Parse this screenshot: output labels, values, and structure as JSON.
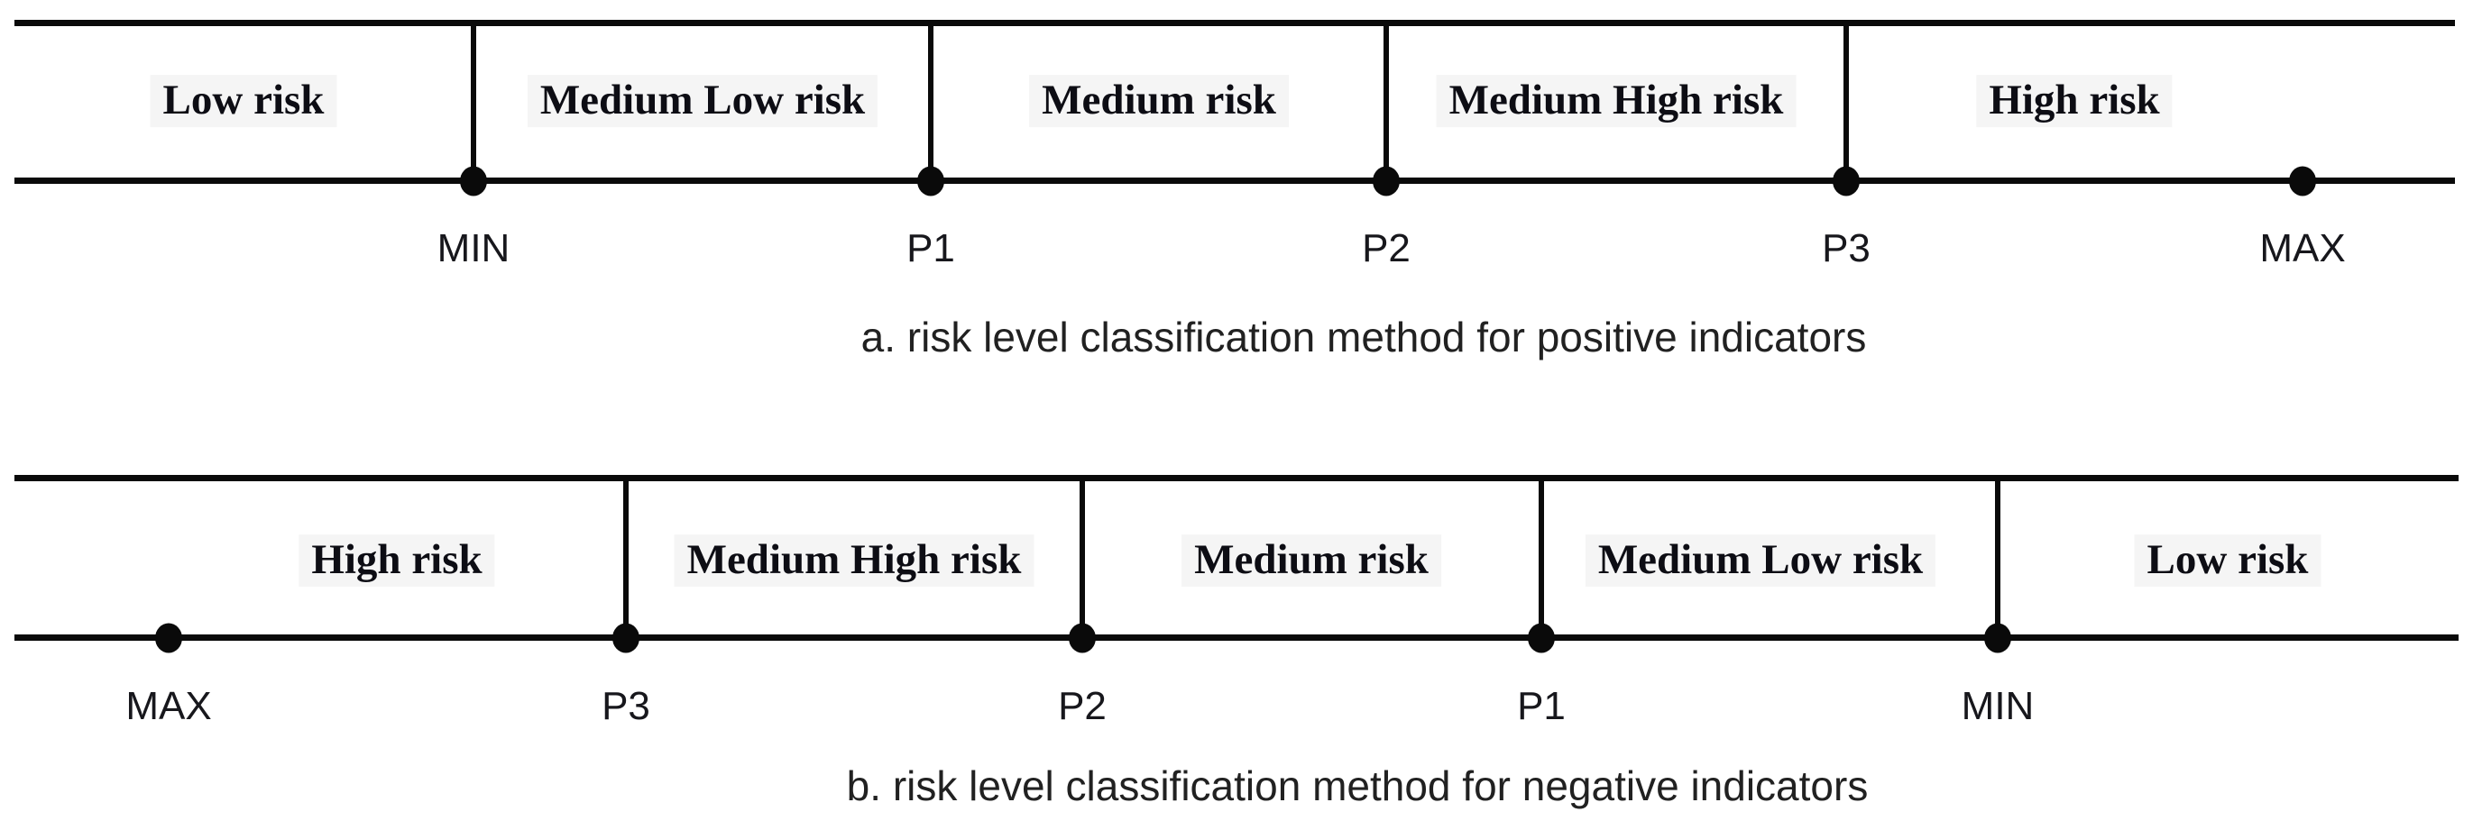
{
  "figure": {
    "description": "risk level classification number lines"
  },
  "colors": {
    "line": "#0a0a0a",
    "text": "#17171c",
    "serif_label_text": "#0d0d14",
    "label_background": "#f5f5f5",
    "page_background": "#ffffff"
  },
  "diagram_a": {
    "caption": "a. risk level classification method for positive indicators",
    "regions": [
      "Low risk",
      "Medium Low risk",
      "Medium risk",
      "Medium High risk",
      "High risk"
    ],
    "points": [
      "MIN",
      "P1",
      "P2",
      "P3",
      "MAX"
    ]
  },
  "diagram_b": {
    "caption": "b. risk level classification method for negative indicators",
    "regions": [
      "High risk",
      "Medium High risk",
      "Medium risk",
      "Medium Low risk",
      "Low risk"
    ],
    "points": [
      "MAX",
      "P3",
      "P2",
      "P1",
      "MIN"
    ]
  }
}
